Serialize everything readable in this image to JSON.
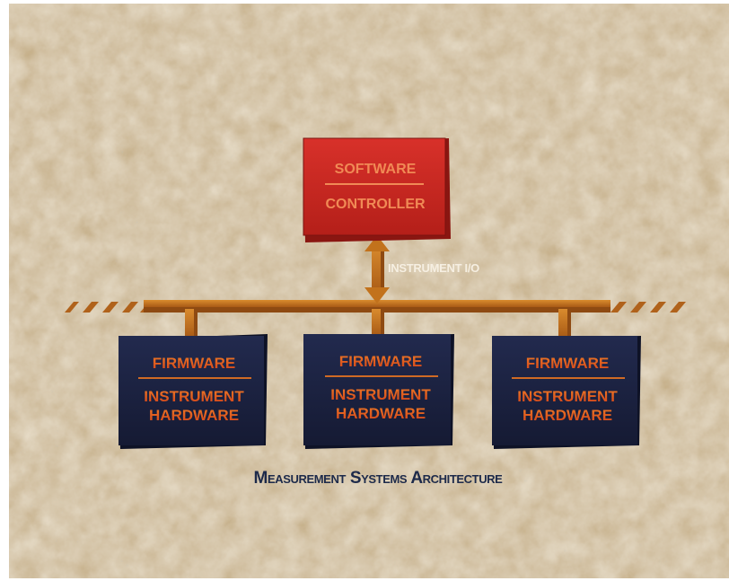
{
  "controller": {
    "line1": "SOFTWARE",
    "line2": "CONTROLLER",
    "color": "#c8261e"
  },
  "bus_label": "INSTRUMENT I/O",
  "instruments": [
    {
      "line1": "FIRMWARE",
      "line2": "INSTRUMENT",
      "line3": "HARDWARE"
    },
    {
      "line1": "FIRMWARE",
      "line2": "INSTRUMENT",
      "line3": "HARDWARE"
    },
    {
      "line1": "FIRMWARE",
      "line2": "INSTRUMENT",
      "line3": "HARDWARE"
    }
  ],
  "caption": "Measurement Systems Architecture",
  "colors": {
    "background": "#c9b48d",
    "bus": "#c2721c",
    "instrument_box": "#1b2140",
    "instrument_text": "#e2561c",
    "caption": "#1d2a4a"
  }
}
